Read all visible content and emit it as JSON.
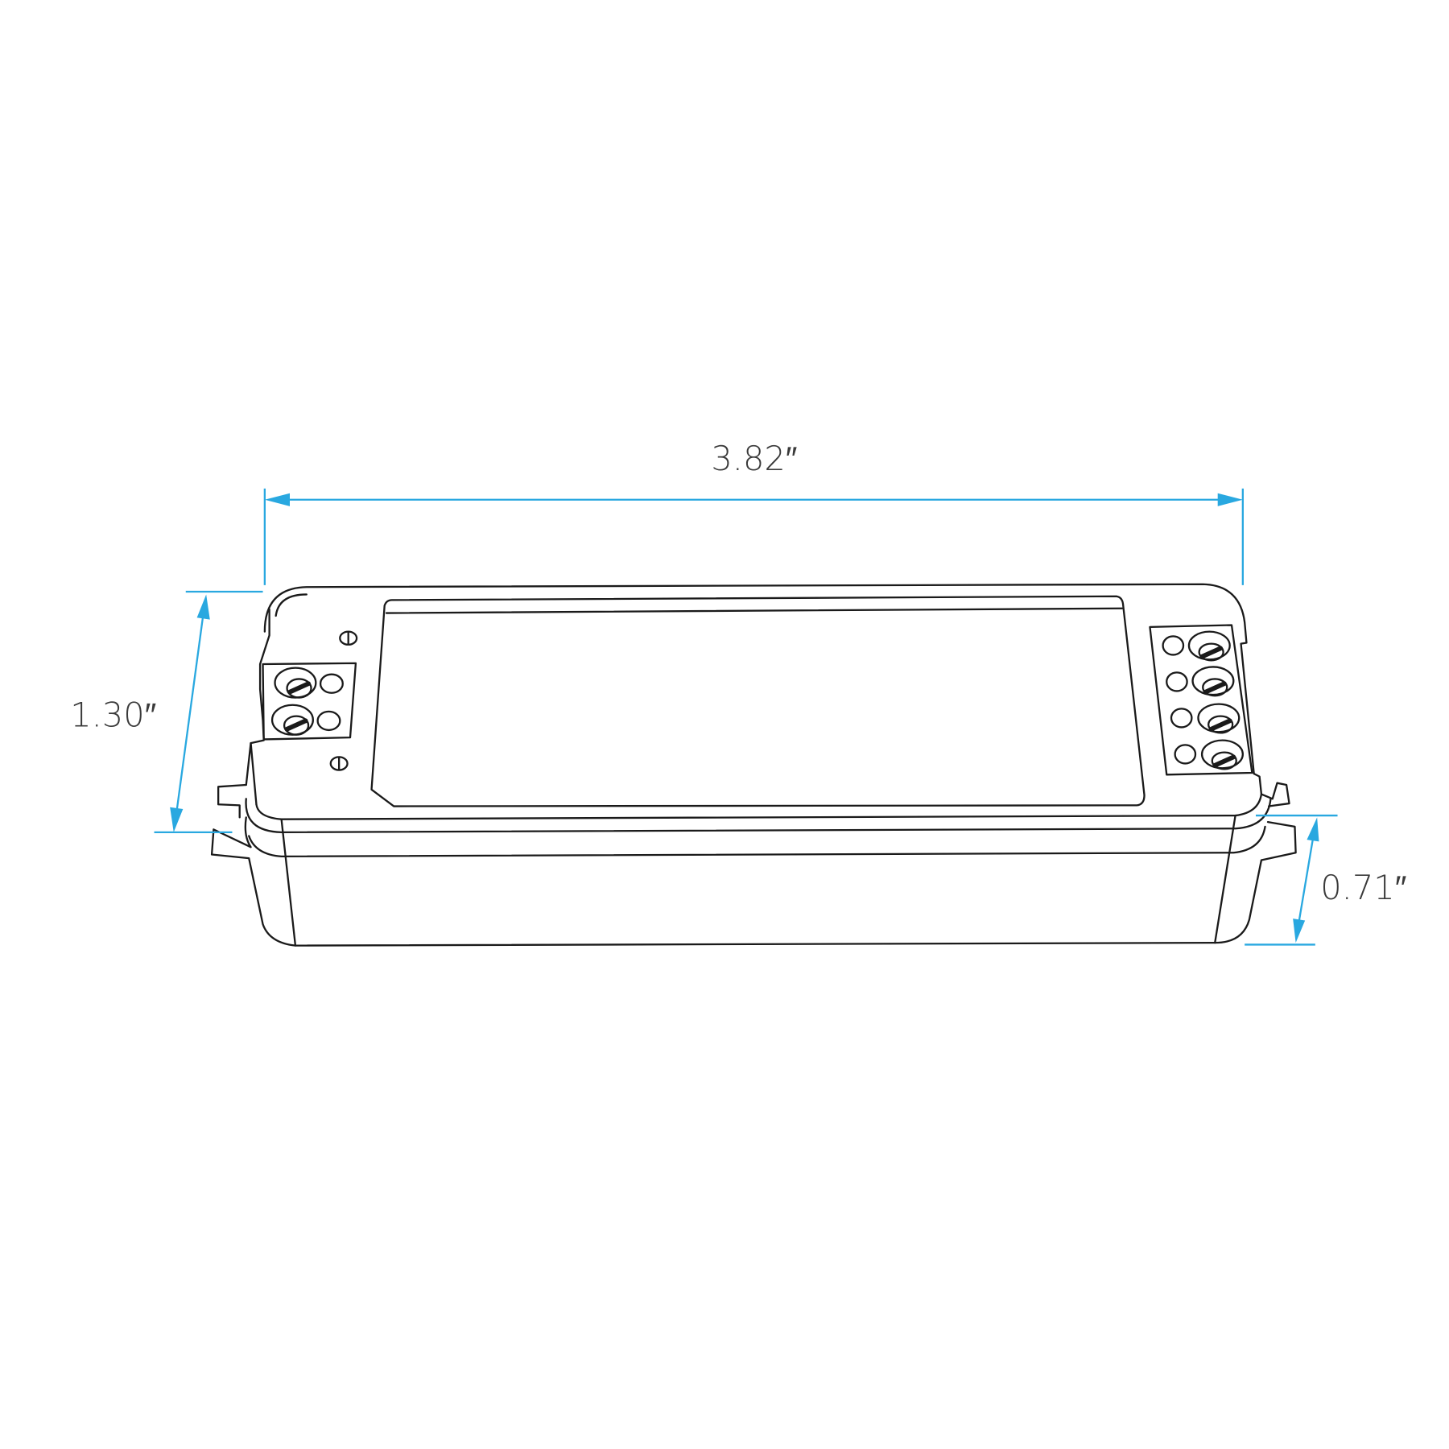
{
  "dimensions": {
    "length": "3.82″",
    "height": "1.30″",
    "depth": "0.71″"
  },
  "colors": {
    "dimension_line": "#29a8e0",
    "outline": "#1a1a1a",
    "label_text": "#3a3a3a"
  }
}
